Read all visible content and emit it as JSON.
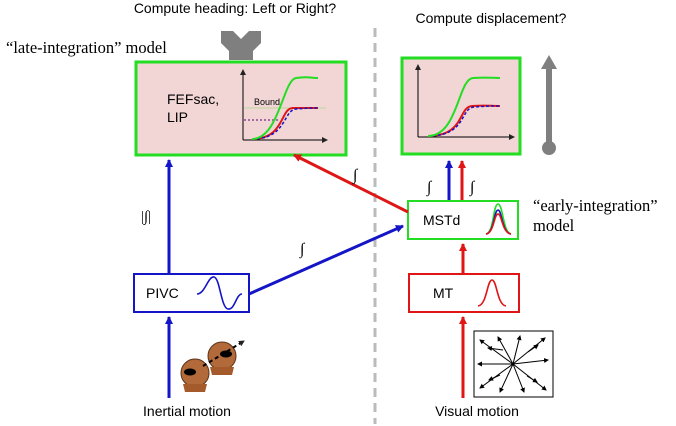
{
  "titles": {
    "heading": "Compute heading: Left or Right?",
    "displacement": "Compute displacement?"
  },
  "models": {
    "late": "“late-integration” model",
    "early_line1": "“early-integration”",
    "early_line2": "model"
  },
  "boxes": {
    "fef_line1": "FEFsac,",
    "fef_line2": "LIP",
    "bound": "Bound",
    "mstd": "MSTd",
    "pivc": "PIVC",
    "mt": "MT"
  },
  "operators": {
    "abs_integral": "|∫|",
    "integral": "∫"
  },
  "inputs": {
    "inertial": "Inertial motion",
    "visual": "Visual motion"
  },
  "colors": {
    "vestibular": "#1515c8",
    "visual": "#e01515",
    "combined": "#22dd22",
    "box_fill": "#f2d6d6",
    "neutral_arrow": "#7f7f7f"
  },
  "icons": [
    "split-arrow-icon",
    "displacement-bar-icon",
    "head-icon",
    "random-dots-icon"
  ]
}
